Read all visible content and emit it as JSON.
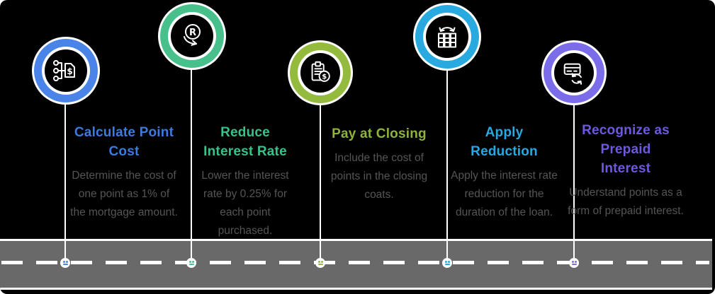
{
  "infographic": {
    "background_color": "#000000",
    "body_text_color": "#555555",
    "road": {
      "surface_color": "#696969",
      "edge_line_color": "#ffffff",
      "center_dash_color": "#ffffff"
    },
    "steps": [
      {
        "title": "Calculate Point Cost",
        "description": "Determine the cost of one point as 1% of the mortgage amount.",
        "accent_color": "#4a84e8",
        "title_color": "#3c7ae2",
        "icon": "flow-document-dollar-icon"
      },
      {
        "title": "Reduce Interest Rate",
        "description": "Lower the interest rate by 0.25% for each point purchased.",
        "accent_color": "#47c08c",
        "title_color": "#38c28a",
        "icon": "rate-reduction-arrow-icon"
      },
      {
        "title": "Pay at Closing",
        "description": "Include the cost of points in the closing coats.",
        "accent_color": "#95bb3e",
        "title_color": "#8db33b",
        "icon": "clipboard-dollar-icon"
      },
      {
        "title": "Apply Reduction",
        "description": "Apply the interest rate reduction for the duration of the loan.",
        "accent_color": "#28aae1",
        "title_color": "#28a8e0",
        "icon": "columns-spread-arrow-icon"
      },
      {
        "title": "Recognize as Prepaid Interest",
        "description": "Understand points as a form of prepaid interest.",
        "accent_color": "#7b6cea",
        "title_color": "#6f58dd",
        "icon": "card-refresh-icon"
      }
    ]
  }
}
